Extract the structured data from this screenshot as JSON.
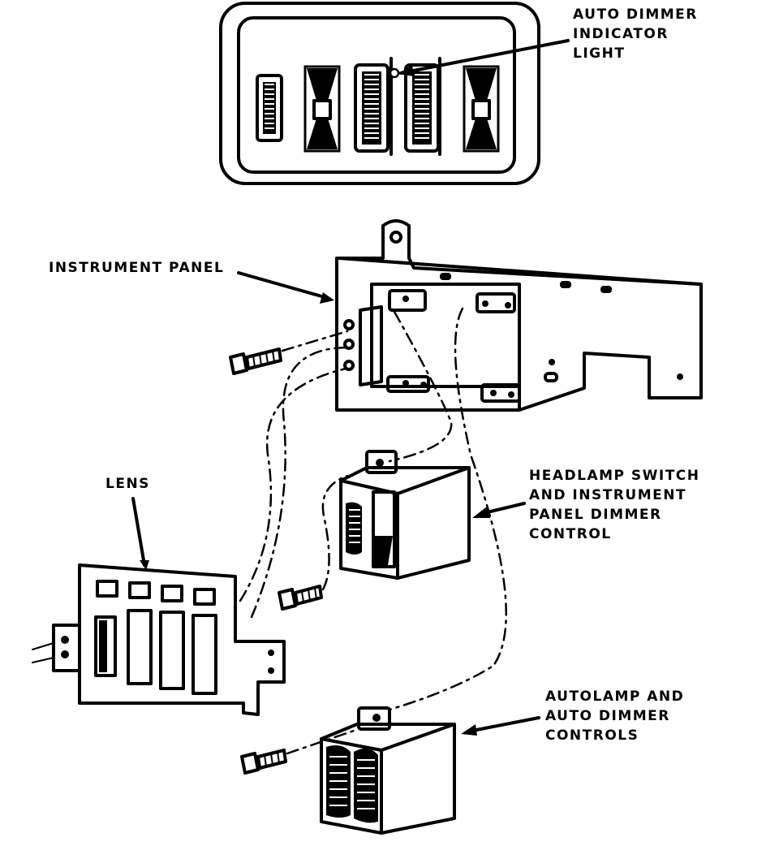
{
  "labels": {
    "auto_dimmer_indicator_light": [
      "AUTO DIMMER",
      "INDICATOR",
      "LIGHT"
    ],
    "instrument_panel": "INSTRUMENT PANEL",
    "lens": "LENS",
    "headlamp_switch": [
      "HEADLAMP SWITCH",
      "AND INSTRUMENT",
      "PANEL DIMMER",
      "CONTROL"
    ],
    "autolamp_controls": [
      "AUTOLAMP AND",
      "AUTO DIMMER",
      "CONTROLS"
    ]
  }
}
